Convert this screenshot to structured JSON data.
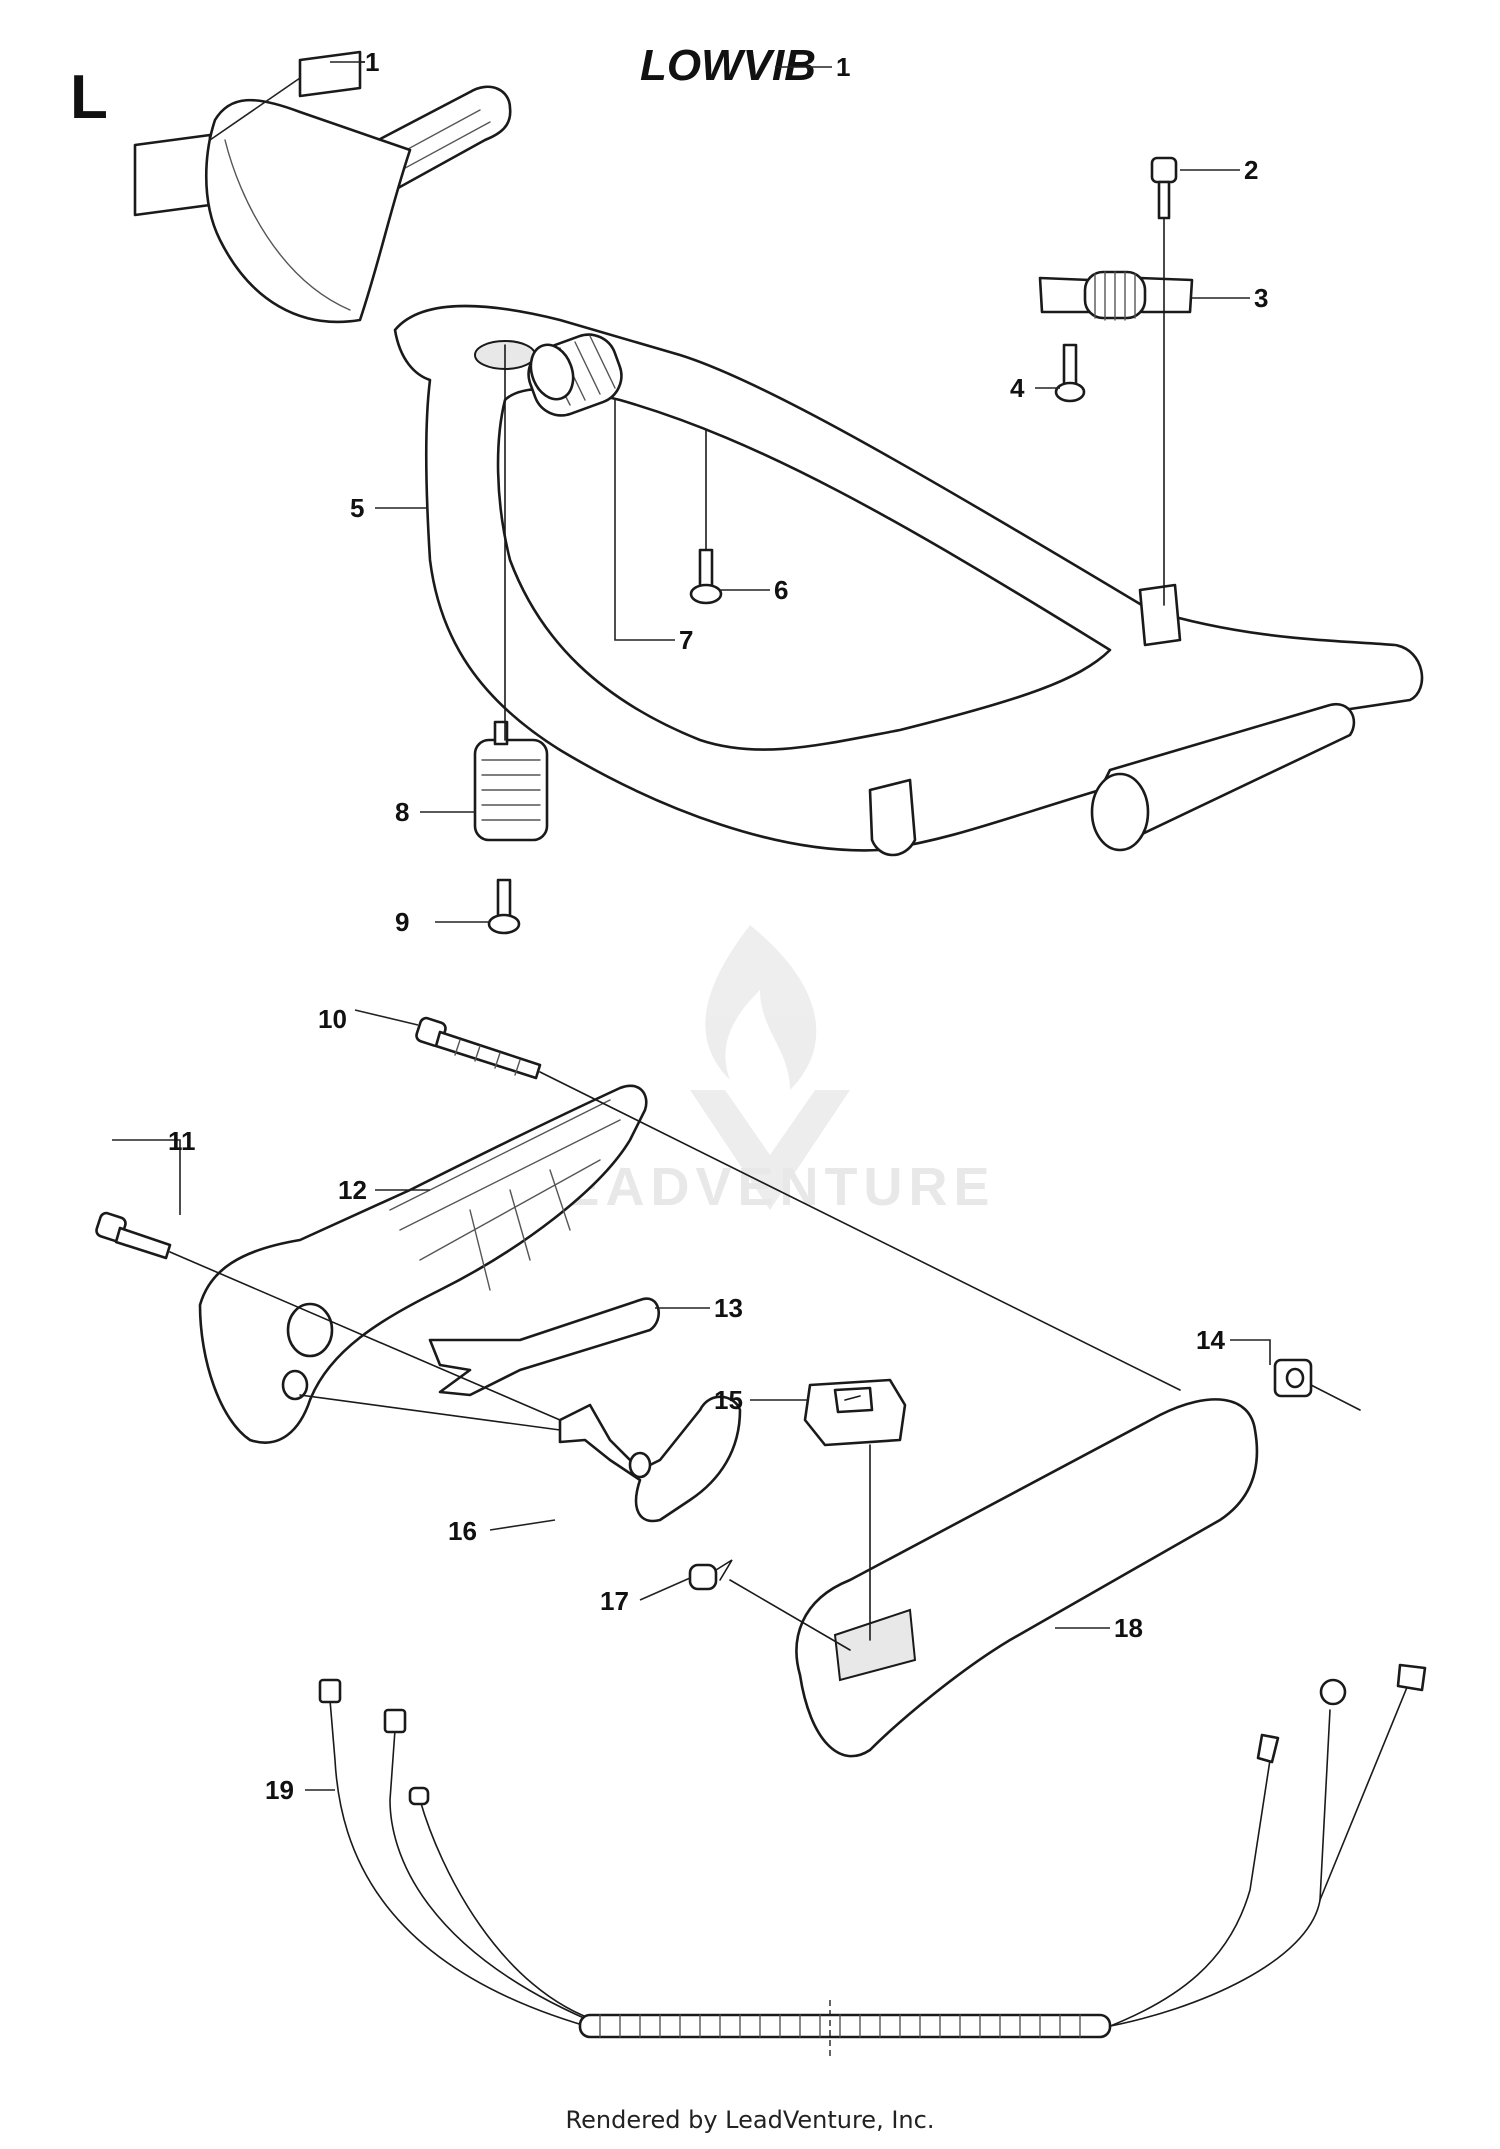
{
  "section_letter": "L",
  "logo": "LOWVIB",
  "watermark": "LEADVENTURE",
  "footer": "Rendered by LeadVenture, Inc.",
  "callouts": [
    {
      "id": "c1a",
      "num": "1"
    },
    {
      "id": "c1b",
      "num": "1"
    },
    {
      "id": "c2",
      "num": "2"
    },
    {
      "id": "c3",
      "num": "3"
    },
    {
      "id": "c4",
      "num": "4"
    },
    {
      "id": "c5",
      "num": "5"
    },
    {
      "id": "c6",
      "num": "6"
    },
    {
      "id": "c7",
      "num": "7"
    },
    {
      "id": "c8",
      "num": "8"
    },
    {
      "id": "c9",
      "num": "9"
    },
    {
      "id": "c10",
      "num": "10"
    },
    {
      "id": "c11",
      "num": "11"
    },
    {
      "id": "c12",
      "num": "12"
    },
    {
      "id": "c13",
      "num": "13"
    },
    {
      "id": "c14",
      "num": "14"
    },
    {
      "id": "c15",
      "num": "15"
    },
    {
      "id": "c16",
      "num": "16"
    },
    {
      "id": "c17",
      "num": "17"
    },
    {
      "id": "c18",
      "num": "18"
    },
    {
      "id": "c19",
      "num": "19"
    }
  ]
}
